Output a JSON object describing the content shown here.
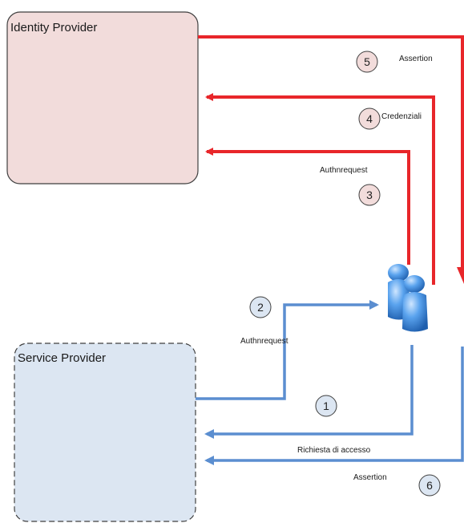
{
  "nodes": {
    "identity_provider": {
      "label": "Identity Provider",
      "fill": "#f2dcdb",
      "stroke": "#3f3f3f"
    },
    "service_provider": {
      "label": "Service Provider",
      "fill": "#dce6f2",
      "stroke": "#3f3f3f"
    },
    "user": {
      "icon": "users-icon",
      "color": "#4f8fd8"
    }
  },
  "colors": {
    "idp_flow": "#e8262a",
    "sp_flow": "#5b8ed0",
    "idp_badge_fill": "#f2dcdb",
    "sp_badge_fill": "#dce6f2"
  },
  "steps": [
    {
      "number": "1",
      "label": "Richiesta di accesso",
      "side": "service-provider"
    },
    {
      "number": "2",
      "label": "Authnrequest",
      "side": "service-provider"
    },
    {
      "number": "3",
      "label": "Authnrequest",
      "side": "identity-provider"
    },
    {
      "number": "4",
      "label": "Credenziali",
      "side": "identity-provider"
    },
    {
      "number": "5",
      "label": "Assertion",
      "side": "identity-provider"
    },
    {
      "number": "6",
      "label": "Assertion",
      "side": "service-provider"
    }
  ]
}
